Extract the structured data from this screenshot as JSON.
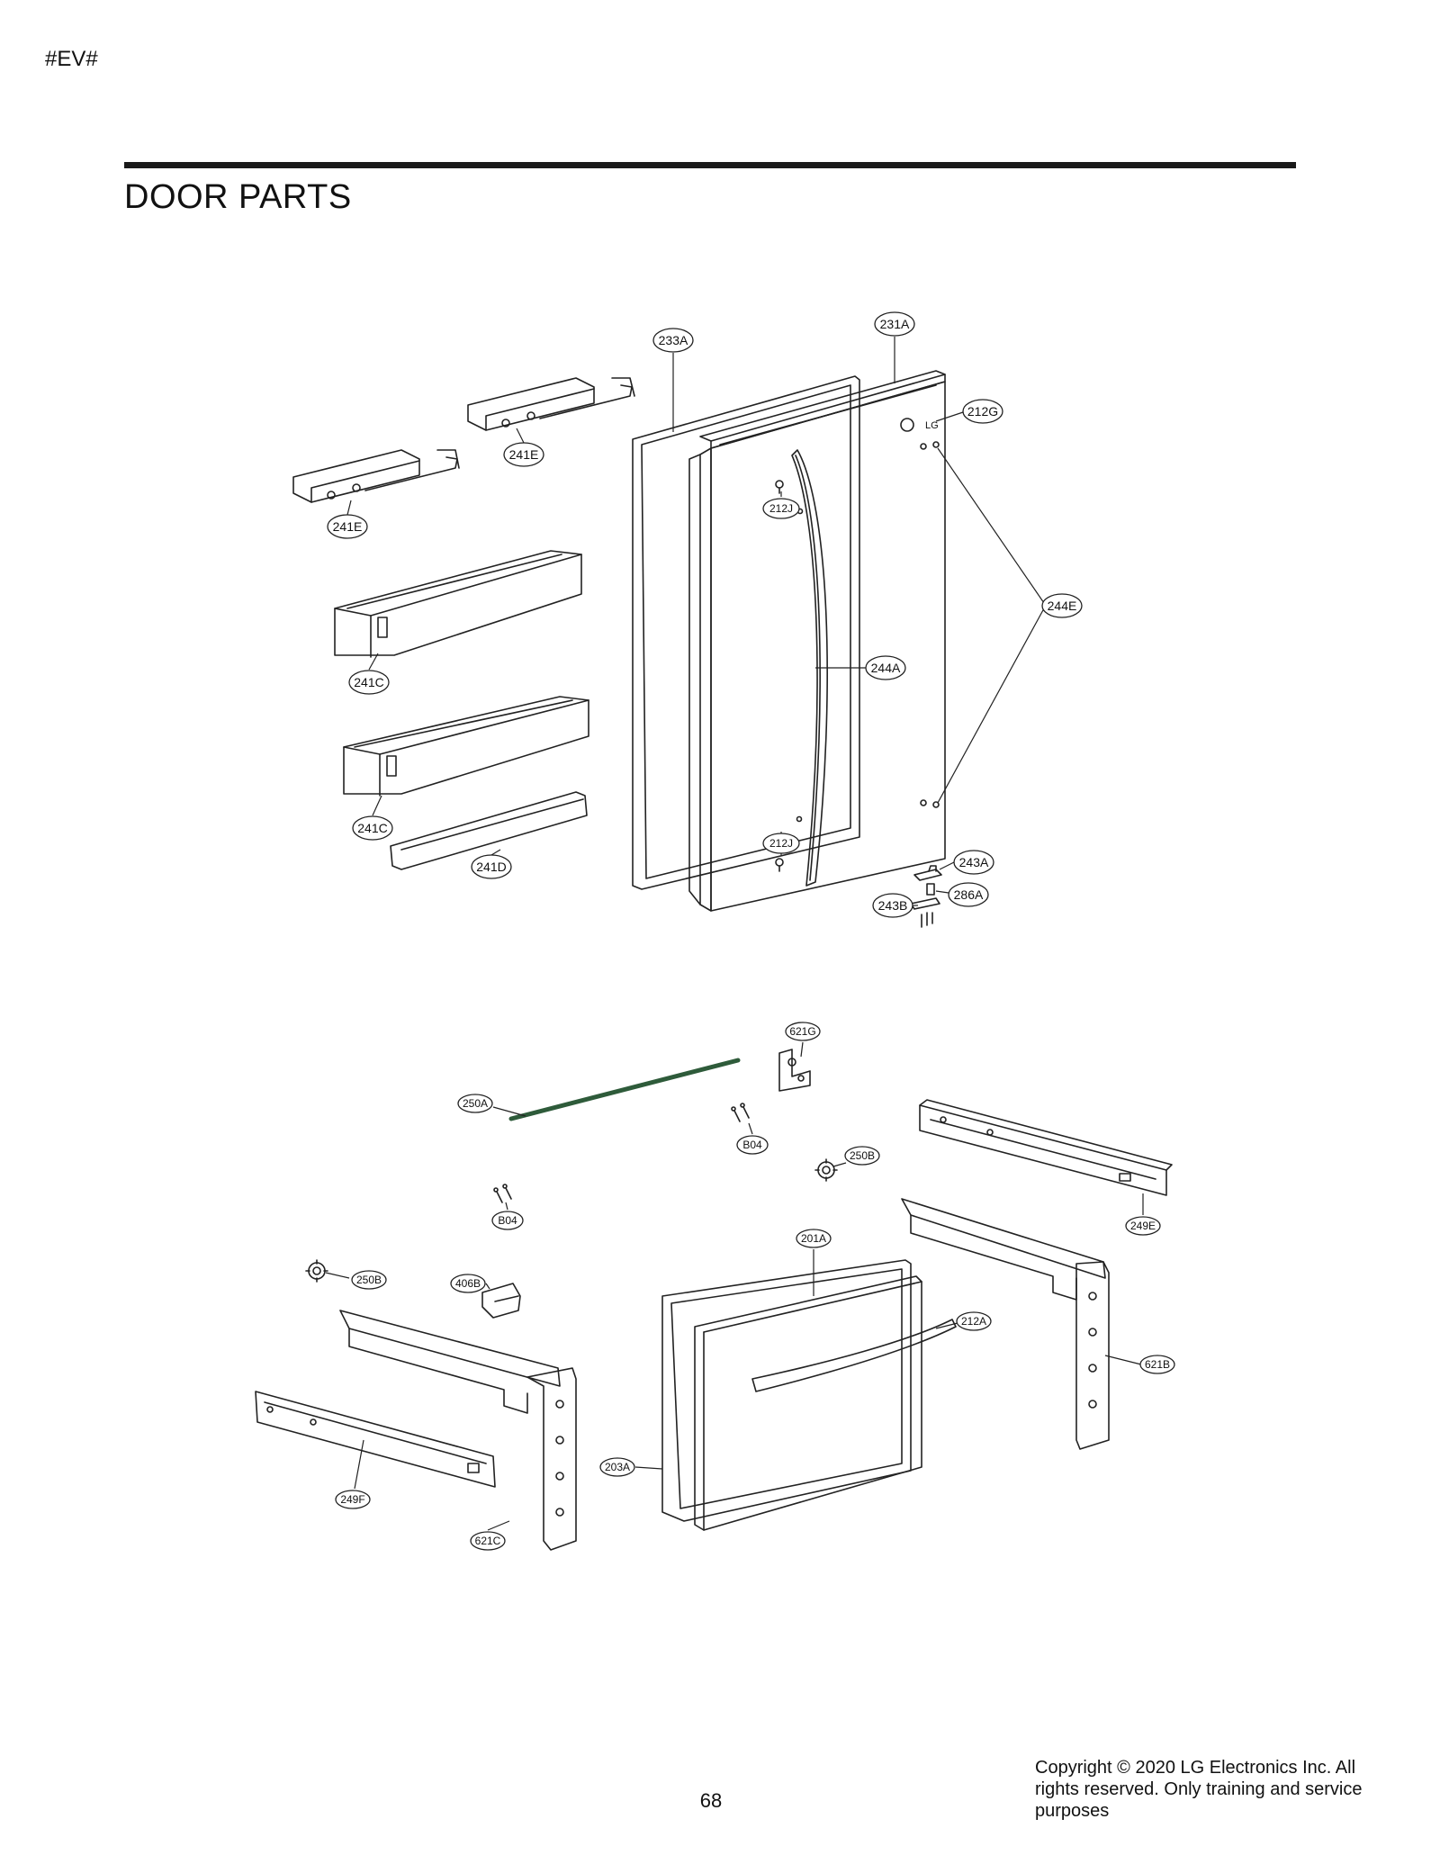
{
  "header": {
    "page_tag": "#EV#",
    "section_title": "DOOR PARTS"
  },
  "callouts": {
    "c233A": "233A",
    "c231A": "231A",
    "c212G": "212G",
    "c241E_top": "241E",
    "c241E_left": "241E",
    "c212J_top": "212J",
    "c244E": "244E",
    "c241C_top": "241C",
    "c244A": "244A",
    "c241C_bottom": "241C",
    "c212J_bottom": "212J",
    "c241D": "241D",
    "c243A": "243A",
    "c286A": "286A",
    "c243B": "243B",
    "c621G": "621G",
    "c250A": "250A",
    "cB04_right": "B04",
    "c250B_right": "250B",
    "cB04_left": "B04",
    "c249E": "249E",
    "c201A": "201A",
    "c250B_left": "250B",
    "c406B": "406B",
    "c212A": "212A",
    "c621B": "621B",
    "c203A": "203A",
    "c249F": "249F",
    "c621C": "621C"
  },
  "footer": {
    "page_number": "68",
    "copyright": "Copyright © 2020 LG Electronics Inc. All rights reserved. Only training and service purposes"
  }
}
